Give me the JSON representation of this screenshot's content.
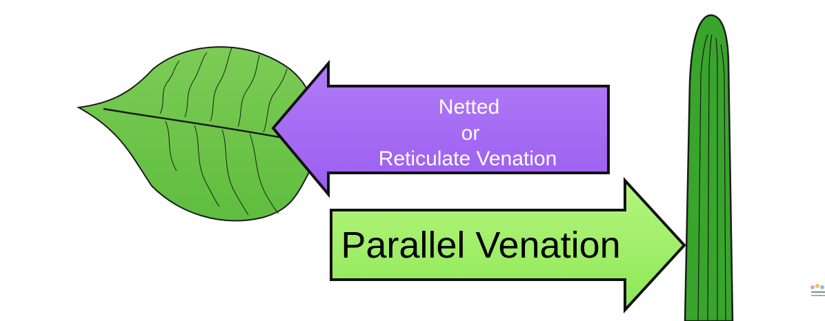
{
  "diagram": {
    "netted_arrow": {
      "lines": [
        "Netted",
        "or",
        "Reticulate Venation"
      ],
      "fill": "#9b5cf0",
      "fill_light": "#b07df7",
      "text_color": "#ffffff"
    },
    "parallel_arrow": {
      "label": "Parallel Venation",
      "fill": "#8ee857",
      "fill_light": "#b5f57d",
      "text_color": "#000000"
    },
    "broad_leaf": {
      "fill": "#5fbd3e",
      "fill_light": "#7ccc55",
      "stroke": "#1a1a1a"
    },
    "narrow_leaf": {
      "fill": "#39a52c",
      "stroke": "#1a1a1a"
    }
  }
}
